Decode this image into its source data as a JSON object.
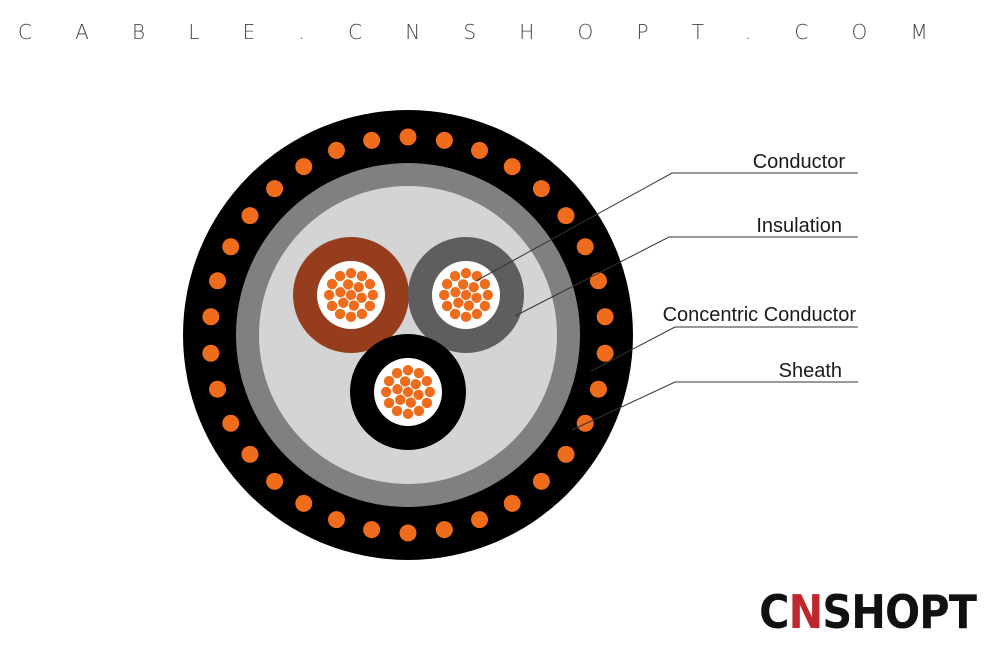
{
  "site_url": "CABLE.CNSHOPT.COM",
  "labels": {
    "conductor": "Conductor",
    "insulation": "Insulation",
    "concentric_conductor": "Concentric Conductor",
    "sheath": "Sheath"
  },
  "logo": {
    "part_before": "C",
    "part_accent": "N",
    "part_after": "SHOPT",
    "text_color": "#111111",
    "accent_color": "#c0272d"
  },
  "colors": {
    "sheath": "#000000",
    "outer_insulation": "#808080",
    "filler": "#d4d4d4",
    "copper": "#ee6c1c",
    "core_brown": "#963d1e",
    "core_grey": "#5e5e5e",
    "core_black": "#000000",
    "leader_line": "#333333"
  }
}
